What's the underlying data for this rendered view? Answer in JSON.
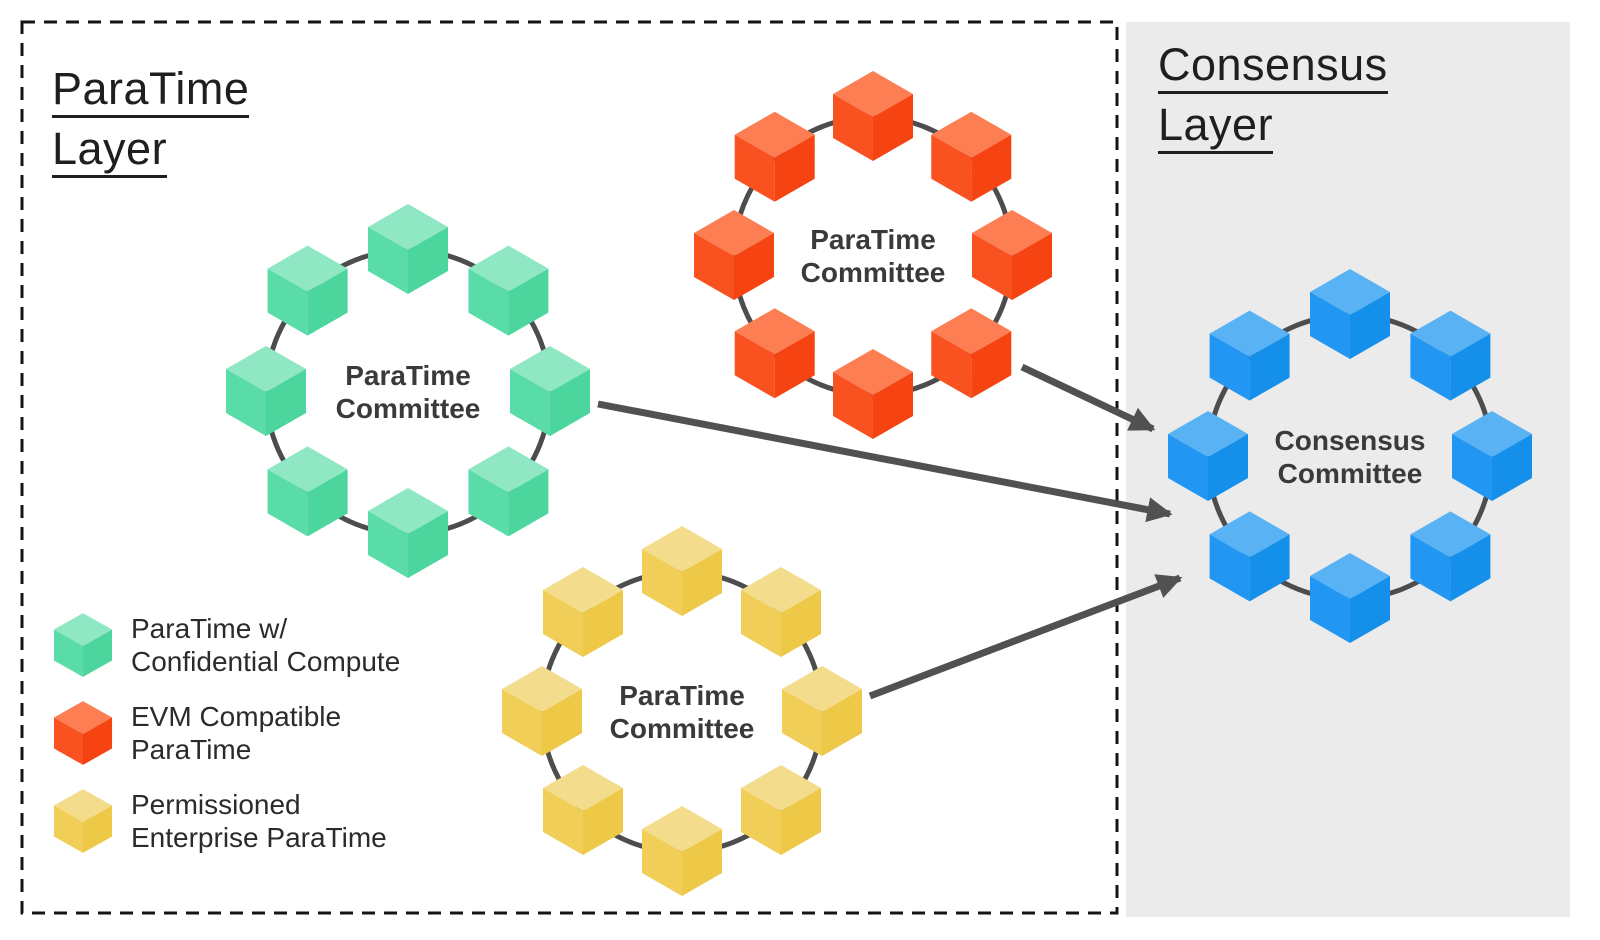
{
  "paratime_layer": {
    "title_line1": "ParaTime",
    "title_line2": "Layer"
  },
  "consensus_layer": {
    "title_line1": "Consensus",
    "title_line2": "Layer"
  },
  "committees": [
    {
      "id": "paratime-committee-confidential",
      "label_line1": "ParaTime",
      "label_line2": "Committee",
      "cube_colors": {
        "top": "#8FE7C3",
        "left": "#5ADCA8",
        "right": "#4CD69E"
      }
    },
    {
      "id": "paratime-committee-evm",
      "label_line1": "ParaTime",
      "label_line2": "Committee",
      "cube_colors": {
        "top": "#FC7E52",
        "left": "#F95120",
        "right": "#F54412"
      }
    },
    {
      "id": "paratime-committee-enterprise",
      "label_line1": "ParaTime",
      "label_line2": "Committee",
      "cube_colors": {
        "top": "#F3DC8B",
        "left": "#F1CE57",
        "right": "#EEC847"
      }
    },
    {
      "id": "consensus-committee",
      "label_line1": "Consensus",
      "label_line2": "Committee",
      "cube_colors": {
        "top": "#58B2F3",
        "left": "#2196F3",
        "right": "#1590EA"
      }
    }
  ],
  "arrows": [
    {
      "from": "paratime-committee-evm",
      "to": "consensus-committee"
    },
    {
      "from": "paratime-committee-confidential",
      "to": "consensus-committee"
    },
    {
      "from": "paratime-committee-enterprise",
      "to": "consensus-committee"
    }
  ],
  "legend": {
    "items": [
      {
        "label_line1": "ParaTime w/",
        "label_line2": "Confidential Compute",
        "cube_colors": {
          "top": "#8FE7C3",
          "left": "#5ADCA8",
          "right": "#4CD69E"
        }
      },
      {
        "label_line1": "EVM Compatible",
        "label_line2": "ParaTime",
        "cube_colors": {
          "top": "#FC7E52",
          "left": "#F95120",
          "right": "#F54412"
        }
      },
      {
        "label_line1": "Permissioned",
        "label_line2": "Enterprise ParaTime",
        "cube_colors": {
          "top": "#F3DC8B",
          "left": "#F1CE57",
          "right": "#EEC847"
        }
      }
    ]
  },
  "colors": {
    "background": "#FFFFFF",
    "consensus_panel_bg": "#EBEBEB",
    "dashed_border": "#141414",
    "circle_stroke": "#4D4D4F",
    "arrow": "#515153",
    "title_text": "#1F1F1F",
    "committee_label_text": "#3A3A3A",
    "legend_text": "#2B2B2B"
  }
}
